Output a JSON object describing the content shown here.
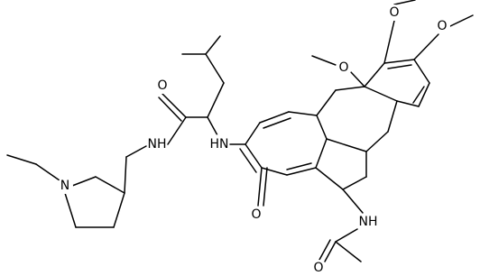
{
  "structure": {
    "colors": {
      "bond": "#000000",
      "label": "#000000",
      "background": "#ffffff"
    },
    "atom_labels": {
      "carbonyl_oxygen_amide": "O",
      "amide_nh": "NH",
      "alpha_nh": "HN",
      "pyrrolidine_n": "N",
      "ome_top_left_o": "O",
      "ome_top_right_o": "O",
      "ome_left_o": "O",
      "tropolone_ketone_o": "O",
      "acetamide_nh": "NH",
      "acetyl_o": "O"
    }
  }
}
